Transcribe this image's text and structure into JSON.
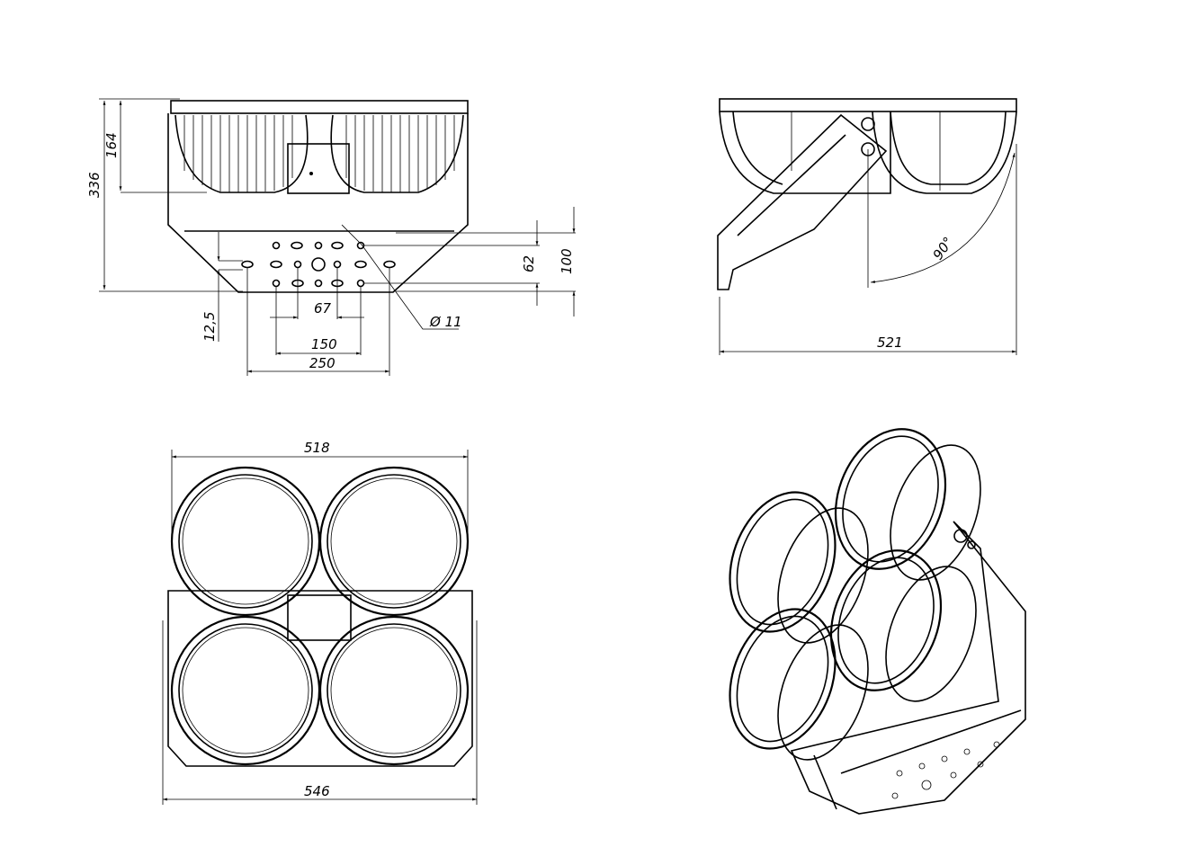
{
  "views": {
    "front": {
      "dimensions": {
        "overall_height": "336",
        "body_height": "164",
        "hole_spacing_vertical": "62",
        "plate_height": "100",
        "slot_offset": "12,5",
        "hole_spacing_inner": "67",
        "hole_spacing_middle": "150",
        "hole_spacing_outer": "250",
        "hole_diameter": "Ø 11"
      }
    },
    "side": {
      "dimensions": {
        "overall_length": "521",
        "tilt_angle": "90°"
      }
    },
    "bottom": {
      "dimensions": {
        "lens_width": "518",
        "overall_width": "546"
      }
    },
    "isometric": {}
  }
}
